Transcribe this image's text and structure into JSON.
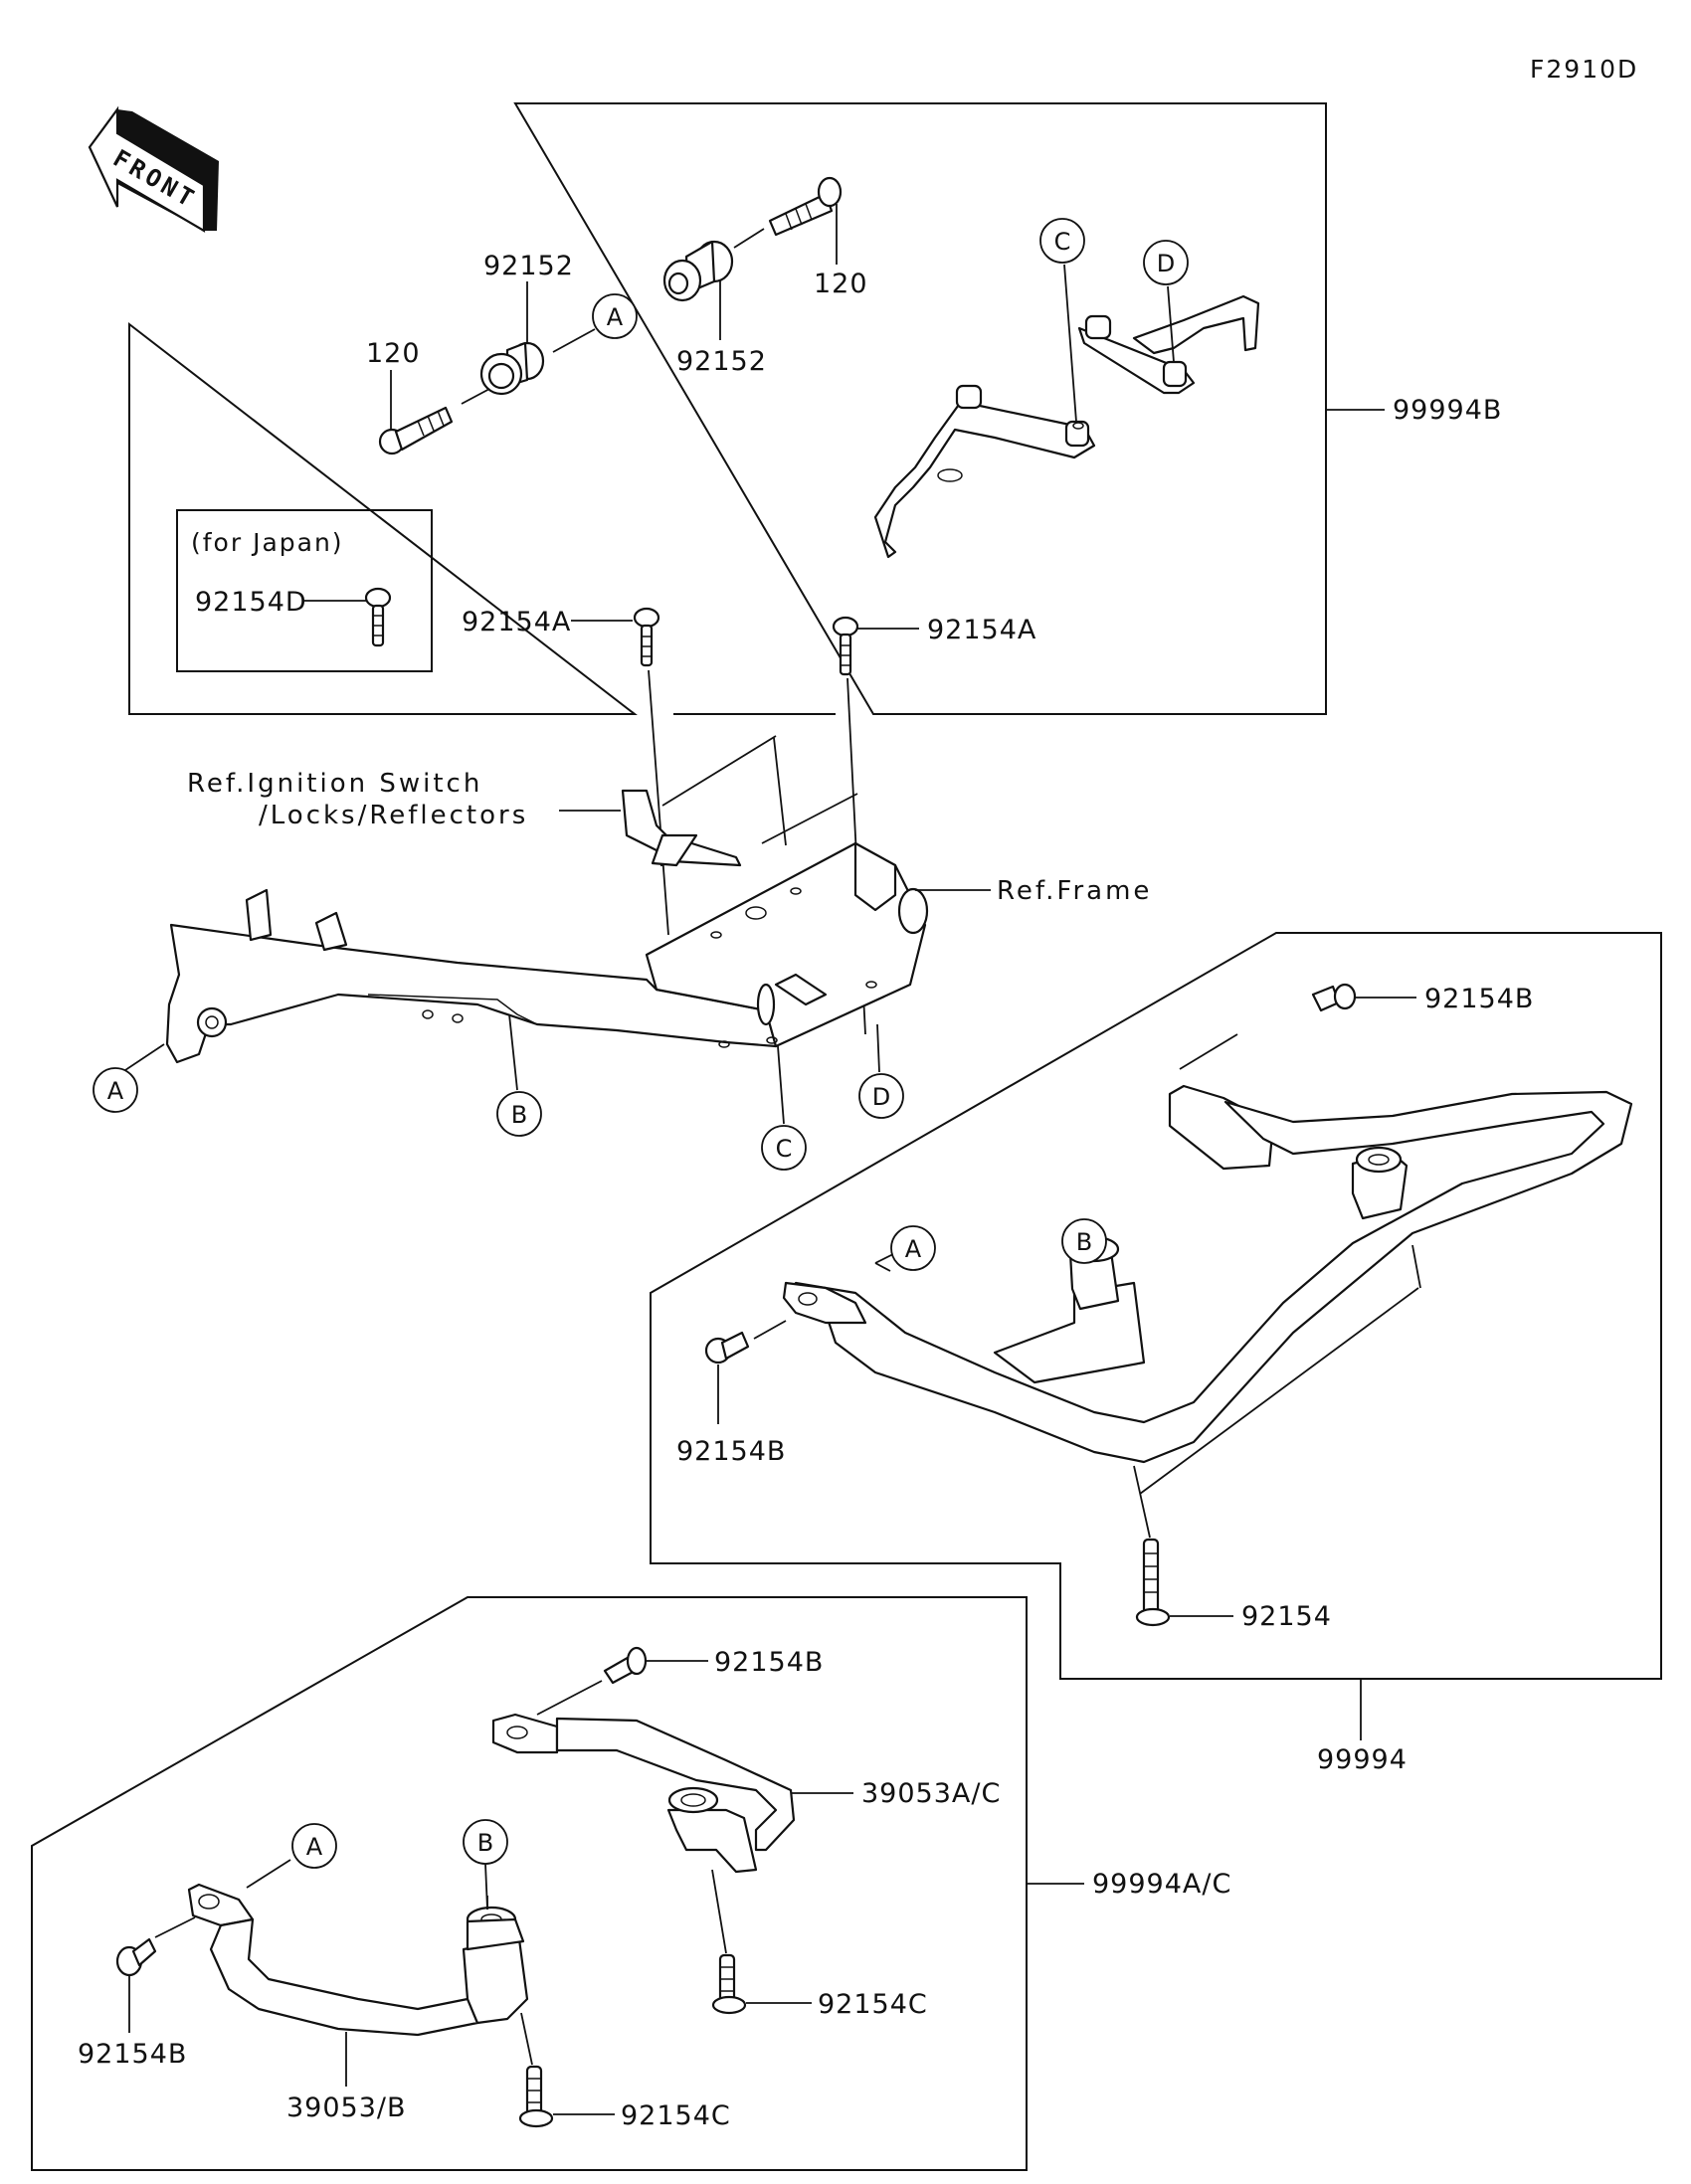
{
  "figure_code": "F2910D",
  "front_arrow": {
    "text": "FRONT"
  },
  "japan_box": {
    "title": "(for Japan)",
    "part": "92154D"
  },
  "references": {
    "ignition_line1": "Ref.Ignition Switch",
    "ignition_line2": "/Locks/Reflectors",
    "frame": "Ref.Frame"
  },
  "kits": {
    "kit_b": "99994B",
    "kit_main": "99994",
    "kit_ac": "99994A/C"
  },
  "parts": {
    "bolt_120_left": "120",
    "bolt_120_right": "120",
    "collar_92152_left": "92152",
    "collar_92152_right": "92152",
    "bolt_92154a_left": "92154A",
    "bolt_92154a_right": "92154A",
    "bolt_92154b_right_top": "92154B",
    "bolt_92154b_right_left": "92154B",
    "bolt_92154_main": "92154",
    "bolt_92154b_lower_top": "92154B",
    "bolt_92154b_lower_left": "92154B",
    "guard_39053ac": "39053A/C",
    "guard_39053b": "39053/B",
    "bolt_92154c_upper": "92154C",
    "bolt_92154c_lower": "92154C"
  },
  "callouts": {
    "a_top": "A",
    "c_top": "C",
    "d_top": "D",
    "a_frame": "A",
    "b_frame": "B",
    "c_frame": "C",
    "d_frame": "D",
    "a_guard": "A",
    "b_guard": "B",
    "a_lower": "A",
    "b_lower": "B"
  }
}
